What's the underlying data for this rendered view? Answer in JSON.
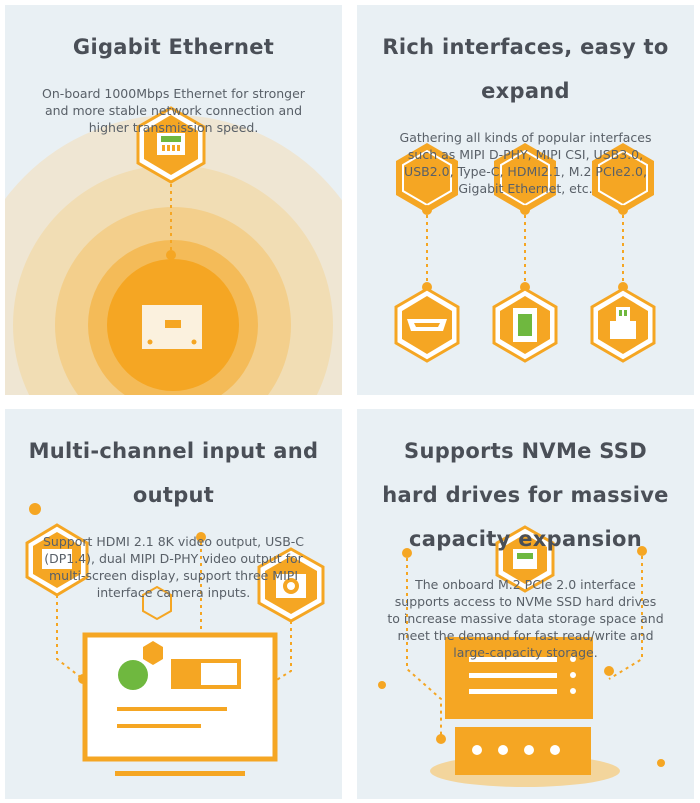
{
  "colors": {
    "card_bg": "#e9f0f4",
    "accent": "#f5a623",
    "accent_light": "#f3d59c",
    "accent_pale": "#f1e3c4",
    "white": "#ffffff",
    "green": "#6fb83f",
    "title": "#4a4f57"
  },
  "cards": [
    {
      "title": "Gigabit Ethernet",
      "description": "On-board 1000Mbps Ethernet for stronger\nand more stable network connection and\nhigher transmission speed.",
      "icons": [
        "ethernet-port-icon",
        "board-chip-icon"
      ]
    },
    {
      "title": "Rich interfaces, easy to\nexpand",
      "description": "Gathering all kinds of popular interfaces\nsuch as MIPI D-PHY, MIPI CSI, USB3.0,\nUSB2.0, Type-C, HDMI2.1, M.2 PCIe2.0,\nGigabit Ethernet, etc.",
      "icons": [
        "hdmi-port-icon",
        "m2-slot-icon",
        "usb-port-icon"
      ]
    },
    {
      "title": "Multi-channel input and\noutput",
      "description": "Support HDMI 2.1 8K video output, USB-C\n(DP1.4), dual MIPI D-PHY video output for\nmulti-screen display, support three MIPI\ninterface camera inputs.",
      "icons": [
        "display-port-icon",
        "camera-icon",
        "monitor-icon"
      ]
    },
    {
      "title": "Supports NVMe SSD\nhard drives for massive\ncapacity expansion",
      "description": "The onboard M.2 PCIe 2.0 interface\nsupports access to NVMe SSD hard drives\nto increase massive data storage space and\nmeet the demand for fast read/write and\nlarge-capacity storage.",
      "icons": [
        "ssd-chip-icon",
        "storage-server-icon"
      ]
    }
  ]
}
